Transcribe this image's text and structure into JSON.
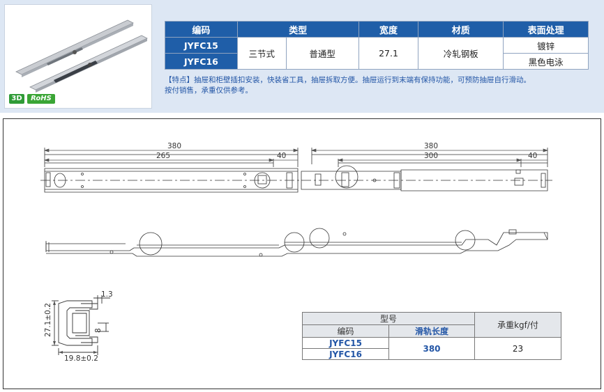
{
  "photo": {
    "badge_3d": "3D",
    "badge_rohs": "RoHS"
  },
  "spec_table": {
    "headers": [
      "编码",
      "类型",
      "宽度",
      "材质",
      "表面处理"
    ],
    "codes": [
      "JYFC15",
      "JYFC16"
    ],
    "type_1": "三节式",
    "type_2": "普通型",
    "width": "27.1",
    "material": "冷轧钢板",
    "finishes": [
      "镀锌",
      "黑色电泳"
    ]
  },
  "notes": {
    "line1": "【特点】抽屉和柜壁插扣安装，快装省工具，抽屉拆取方便。抽屉运行到末端有保持功能，可预防抽屉自行滑动。",
    "line2": "按付销售，承重仅供参考。"
  },
  "drawing": {
    "dim_380_left": "380",
    "dim_265": "265",
    "dim_40_left": "40",
    "dim_380_right": "380",
    "dim_300": "300",
    "dim_40_right": "40",
    "dim_13": "1.3",
    "dim_271": "27.1±0.2",
    "dim_8": "8",
    "dim_198": "19.8±0.2"
  },
  "load_table": {
    "model_header": "型号",
    "code_header": "编码",
    "length_header": "滑轨长度",
    "load_header": "承重kgf/付",
    "codes": [
      "JYFC15",
      "JYFC16"
    ],
    "length": "380",
    "load": "23"
  }
}
